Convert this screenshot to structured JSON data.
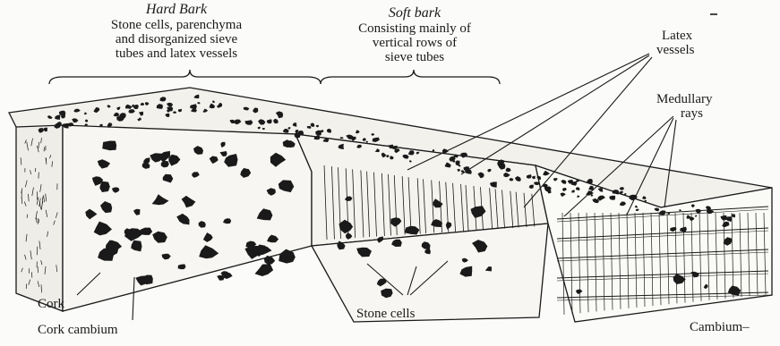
{
  "diagram": {
    "hard_bark": {
      "title": "Hard Bark",
      "lines": [
        "Stone cells, parenchyma",
        "and disorganized sieve",
        "tubes and latex vessels"
      ]
    },
    "soft_bark": {
      "title": "Soft bark",
      "lines": [
        "Consisting mainly of",
        "vertical rows of",
        "sieve tubes"
      ]
    },
    "labels": {
      "latex_vessels": [
        "Latex",
        "vessels"
      ],
      "medullary_rays": [
        "Medullary",
        "rays"
      ],
      "cork": "Cork",
      "cork_cambium": "Cork cambium",
      "stone_cells": "Stone cells",
      "cambium": "Cambium–"
    },
    "colors": {
      "ink": "#1a1a1a",
      "paper": "#fbfbf9",
      "shade": "#f2f1ec"
    }
  }
}
